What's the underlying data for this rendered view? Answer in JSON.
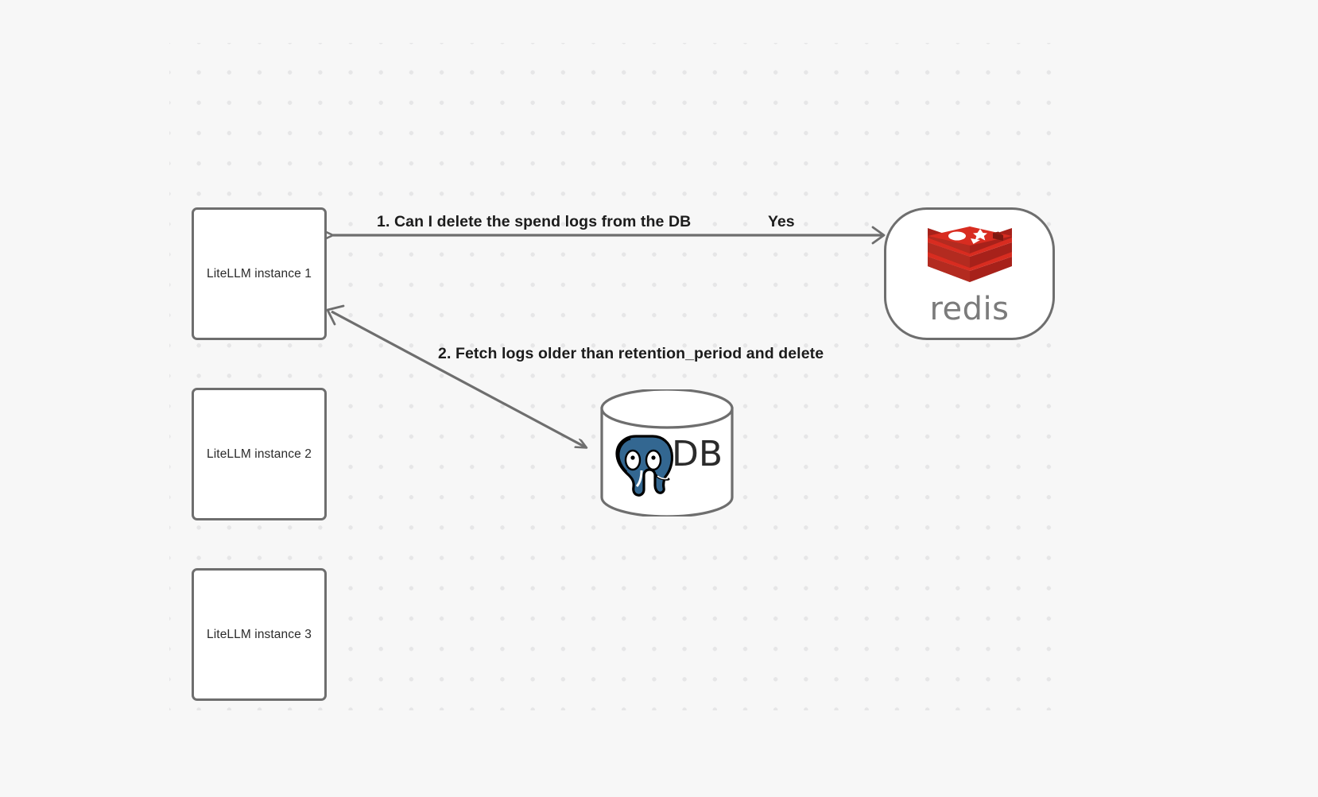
{
  "canvas": {
    "background_color": "#f7f7f7",
    "dot_color": "#e6e6e7",
    "node_border_color": "#6e6e6e",
    "edge_color": "#6e6e6e",
    "redis_red": "#d82c20",
    "redis_dark_red": "#a7211a",
    "redis_wordmark_color": "#7b7b7b",
    "postgres_blue": "#336791"
  },
  "nodes": {
    "litellm_instances": [
      {
        "label": "LiteLLM instance 1"
      },
      {
        "label": "LiteLLM instance 2"
      },
      {
        "label": "LiteLLM instance 3"
      }
    ],
    "redis": {
      "label": "redis",
      "icon": "redis-logo-icon"
    },
    "database": {
      "label": "DB",
      "icon": "postgresql-elephant-icon"
    }
  },
  "edges": [
    {
      "label": "1.  Can I delete the spend logs from the DB",
      "from": "redis",
      "to": "litellm-instance-1",
      "direction": "left"
    },
    {
      "label": "Yes",
      "from": "redis",
      "to": "litellm-instance-1",
      "direction": "left"
    },
    {
      "label": "2.  Fetch logs older than retention_period and delete",
      "from": "litellm-instance-1",
      "to": "database",
      "direction": "down-right"
    }
  ]
}
